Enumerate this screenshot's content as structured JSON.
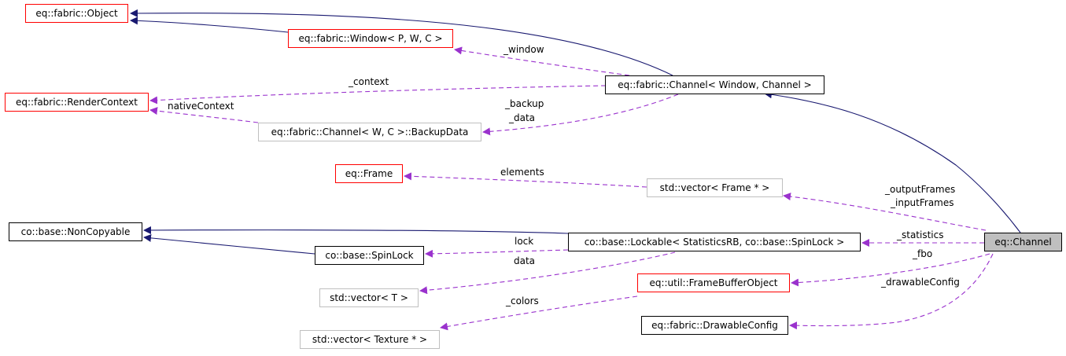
{
  "colors": {
    "inherit_edge": "#191970",
    "usage_edge": "#9a32cd",
    "documented_border": "#ff0000",
    "undocumented_border": "#bfbfbf",
    "focus_fill": "#bfbfbf"
  },
  "nodes": {
    "fabric_object": "eq::fabric::Object",
    "fabric_window": "eq::fabric::Window< P, W, C >",
    "fabric_channel": "eq::fabric::Channel< Window, Channel >",
    "render_context": "eq::fabric::RenderContext",
    "backup_data": "eq::fabric::Channel< W, C >::BackupData",
    "frame": "eq::Frame",
    "vector_frame": "std::vector< Frame * >",
    "noncopyable": "co::base::NonCopyable",
    "lockable": "co::base::Lockable< StatisticsRB, co::base::SpinLock >",
    "spinlock": "co::base::SpinLock",
    "vector_t": "std::vector< T >",
    "fbo": "eq::util::FrameBufferObject",
    "vector_texture": "std::vector< Texture * >",
    "drawable_config": "eq::fabric::DrawableConfig",
    "channel": "eq::Channel"
  },
  "edge_labels": {
    "window": "_window",
    "context": "_context",
    "native_context": "nativeContext",
    "backup": "_backup",
    "data_member": "_data",
    "elements": "elements",
    "output_frames": "_outputFrames",
    "input_frames": "_inputFrames",
    "statistics": "_statistics",
    "lock": "lock",
    "data": "data",
    "fbo": "_fbo",
    "colors": "_colors",
    "drawable_config": "_drawableConfig"
  }
}
